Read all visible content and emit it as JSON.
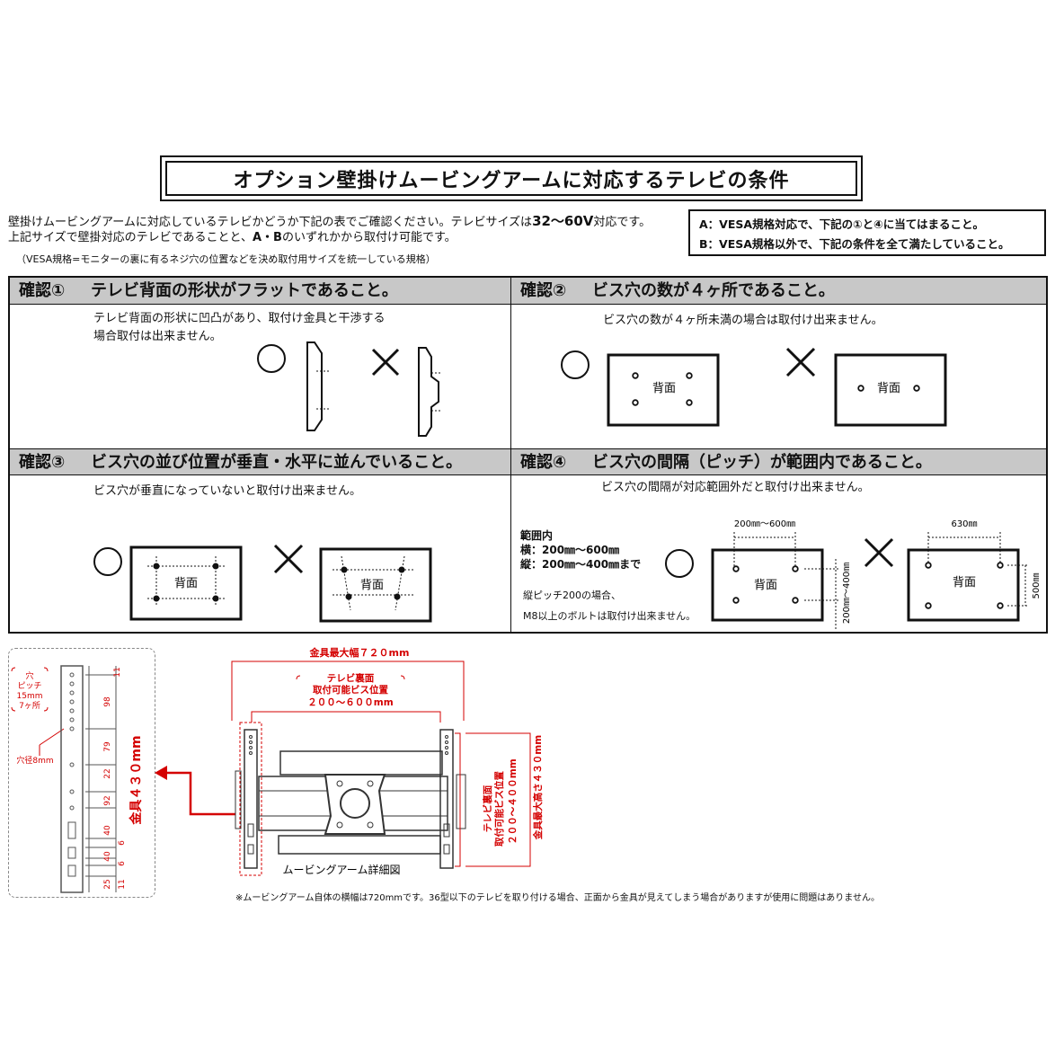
{
  "title": "オプション壁掛けムービングアームに対応するテレビの条件",
  "intro": {
    "line1_pre": "壁掛けムービングアームに対応しているテレビかどうか下記の表でご確認ください。テレビサイズは",
    "line1_size": "32〜60V",
    "line1_post": "対応です。",
    "line2_pre": "上記サイズで壁掛対応のテレビであることと、",
    "line2_bold": "A・B",
    "line2_post": "のいずれかから取付け可能です。",
    "line3": "（VESA規格=モニターの裏に有るネジ穴の位置などを決め取付用サイズを統一している規格）"
  },
  "conditions": {
    "a": "A：VESA規格対応で、下記の①と④に当てはまること。",
    "b": "B：VESA規格以外で、下記の条件を全て満たしていること。"
  },
  "checks": [
    {
      "num": "確認①",
      "title": "テレビ背面の形状がフラットであること。",
      "desc1": "テレビ背面の形状に凹凸があり、取付け金具と干渉する",
      "desc2": "場合取付は出来ません。"
    },
    {
      "num": "確認②",
      "title": "ビス穴の数が４ヶ所であること。",
      "desc1": "ビス穴の数が４ヶ所未満の場合は取付け出来ません。"
    },
    {
      "num": "確認③",
      "title": "ビス穴の並び位置が垂直・水平に並んでいること。",
      "desc1": "ビス穴が垂直になっていないと取付け出来ません。"
    },
    {
      "num": "確認④",
      "title": "ビス穴の間隔（ピッチ）が範囲内であること。",
      "desc1": "ビス穴の間隔が対応範囲外だと取付け出来ません。"
    }
  ],
  "back_label": "背面",
  "range": {
    "heading": "範囲内",
    "horizontal": "横：200㎜〜600㎜",
    "vertical": "縦：200㎜〜400㎜まで",
    "note1": "縦ピッチ200の場合、",
    "note2": "M8以上のボルトは取付け出来ません。",
    "dim_ok_w": "200㎜〜600㎜",
    "dim_ok_h": "200㎜〜400㎜",
    "dim_ng_w": "630㎜",
    "dim_ng_h": "500㎜"
  },
  "bracket": {
    "hole_pitch_lines": [
      "穴",
      "ピッチ",
      "15mm",
      "7ヶ所"
    ],
    "hole_diameter": "穴径8mm",
    "height_label": "金具４３０mm",
    "scale_numbers": [
      "11",
      "98",
      "79",
      "22",
      "92",
      "40",
      "6",
      "40",
      "6",
      "25",
      "11"
    ]
  },
  "arm": {
    "max_width": "金具最大幅７２０mm",
    "screw_pos_lines": [
      "テレビ裏面",
      "取付可能ビス位置"
    ],
    "screw_range": "２００〜６００mm",
    "caption": "ムービングアーム詳細図",
    "v_screw_lines": [
      "テレビ裏面",
      "取付可能ビス位置"
    ],
    "v_screw_range": "２００〜４００mm",
    "max_height": "金具最大高さ４３０mm"
  },
  "footnote": "※ムービングアーム自体の横幅は720mmです。36型以下のテレビを取り付ける場合、正面から金具が見えてしまう場合がありますが使用に問題はありません。",
  "colors": {
    "accent_red": "#d40000",
    "header_gray": "#c8c8c8"
  }
}
